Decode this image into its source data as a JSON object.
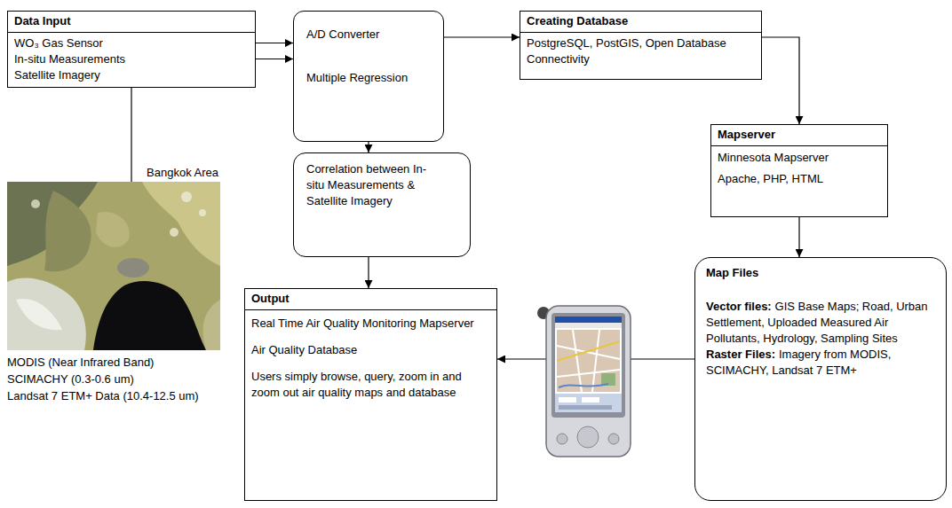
{
  "diagram": {
    "nodes": [
      {
        "text": [
          "Data Input",
          "WO₃ Gas Sensor",
          "In-situ Measurements",
          "Satellite Imagery"
        ]
      },
      {
        "text": [
          "A/D Converter",
          "Multiple Regression"
        ]
      },
      {
        "text": [
          "Creating Database",
          "PostgreSQL, PostGIS, Open Database Connectivity"
        ]
      },
      {
        "text": [
          "Mapserver",
          "Minnesota Mapserver",
          "Apache, PHP, HTML"
        ]
      },
      {
        "text": [
          "Correlation between In-situ Measurements & Satellite Imagery"
        ]
      },
      {
        "text": [
          "Output",
          "Real Time Air Quality Monitoring Mapserver",
          "Air Quality Database",
          "Users simply browse, query, zoom in and zoom out air quality maps and database"
        ]
      },
      {
        "text": [
          "Map Files",
          "Vector files:",
          "GIS Base Maps; Road, Urban Settlement, Uploaded Measured Air Pollutants, Hydrology, Sampling Sites",
          "Raster Files:",
          "Imagery from MODIS, SCIMACHY, Landsat 7 ETM+"
        ]
      }
    ],
    "edges": [
      {
        "from": 0,
        "to": 1,
        "arrow": "to"
      },
      {
        "from": 0,
        "to": 1,
        "arrow": "to"
      },
      {
        "from": 1,
        "to": 2,
        "arrow": "to"
      },
      {
        "from": 2,
        "to": 3,
        "arrow": "to"
      },
      {
        "from": 1,
        "to": 4,
        "arrow": "to"
      },
      {
        "from": 4,
        "to": 5,
        "arrow": "to"
      },
      {
        "from": 3,
        "to": 6,
        "arrow": "to"
      },
      {
        "from": 6,
        "to": 5,
        "arrow": "to"
      }
    ],
    "labels": [
      "Bangkok Area",
      "MODIS (Near Infrared Band)",
      "SCIMACHY (0.3-0.6 um)",
      "Landsat 7 ETM+ Data (10.4-12.5 um)"
    ]
  }
}
